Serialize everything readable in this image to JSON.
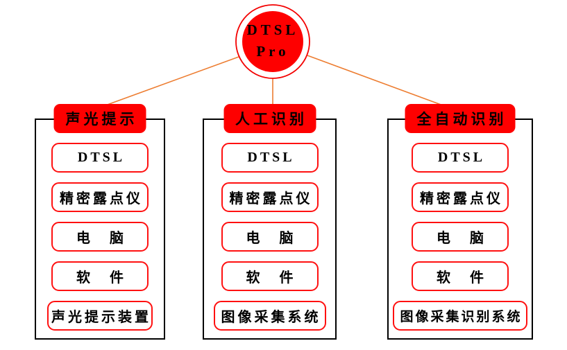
{
  "root": {
    "line1": "DTSL",
    "line2": "Pro"
  },
  "columns": [
    {
      "header": "声光提示",
      "items": [
        "DTSL",
        "精密露点仪",
        "电　脑",
        "软　件",
        "声光提示装置"
      ]
    },
    {
      "header": "人工识别",
      "items": [
        "DTSL",
        "精密露点仪",
        "电　脑",
        "软　件",
        "图像采集系统"
      ]
    },
    {
      "header": "全自动识别",
      "items": [
        "DTSL",
        "精密露点仪",
        "电　脑",
        "软　件",
        "图像采集识别系统"
      ]
    }
  ],
  "colors": {
    "node_fill_red": "#fe0000",
    "box_border_red": "#ff1010",
    "connector_orange": "#ed7d31",
    "group_outline_black": "#000000",
    "text_black": "#000000"
  }
}
